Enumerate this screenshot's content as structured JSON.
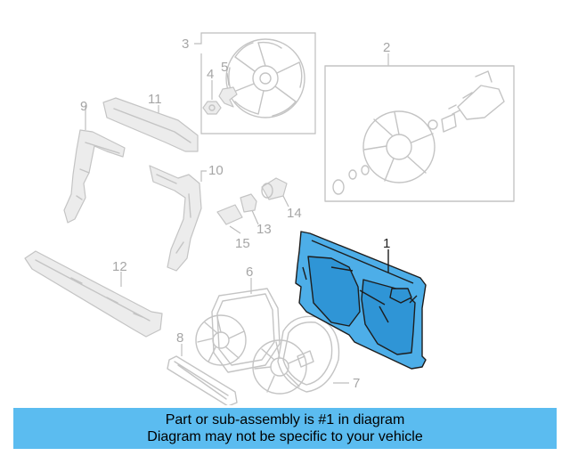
{
  "diagram": {
    "callouts": {
      "c1": "1",
      "c2": "2",
      "c3": "3",
      "c4": "4",
      "c5": "5",
      "c6": "6",
      "c7": "7",
      "c8": "8",
      "c9": "9",
      "c10": "10",
      "c11": "11",
      "c12": "12",
      "c13": "13",
      "c14": "14",
      "c15": "15"
    },
    "highlight_color": "#4daee8",
    "ghost_color": "#c4c4c4"
  },
  "banner": {
    "line1": "Part or sub-assembly is #1 in diagram",
    "line2": "Diagram may not be specific to your vehicle",
    "background": "#5bbcf0"
  }
}
